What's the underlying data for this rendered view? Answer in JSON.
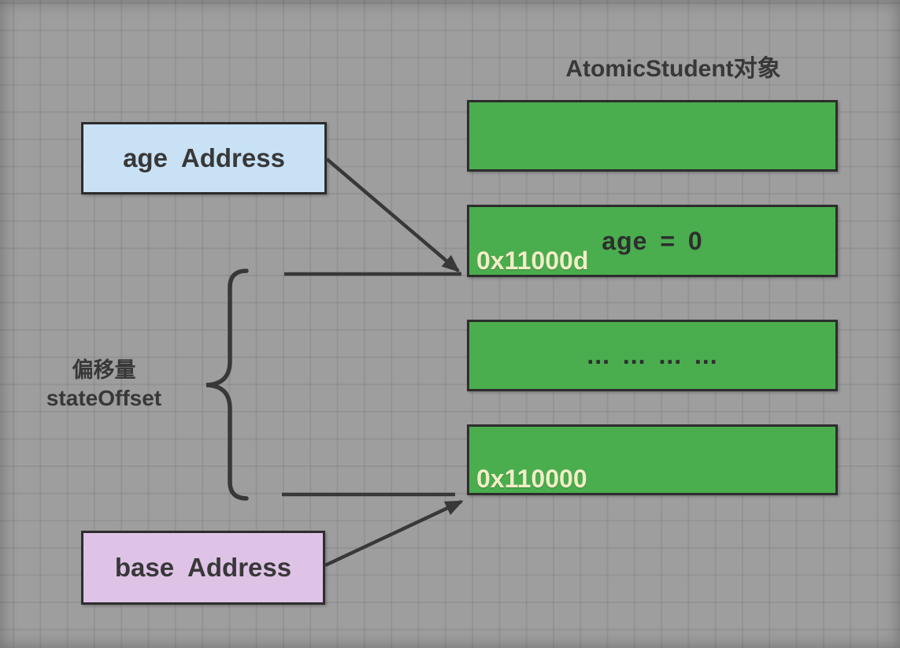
{
  "title": "AtomicStudent对象",
  "object_diagram": {
    "memory_cells": [
      {
        "address": "",
        "value": ""
      },
      {
        "address": "0x11000d",
        "value": "age = 0"
      },
      {
        "address": "",
        "value": "... ... ... ..."
      },
      {
        "address": "0x110000",
        "value": ""
      }
    ]
  },
  "pointer_labels": {
    "age": "age Address",
    "base": "base Address"
  },
  "offset_annotation": {
    "line1": "偏移量",
    "line2": "stateOffset"
  },
  "colors": {
    "canvas-bg": "#9e9e9e",
    "cell-green": "#4aad4e",
    "age-blue": "#c8e1f5",
    "base-pink": "#dfc3e7",
    "address-cream": "#f0eec6",
    "ink": "#383838"
  }
}
